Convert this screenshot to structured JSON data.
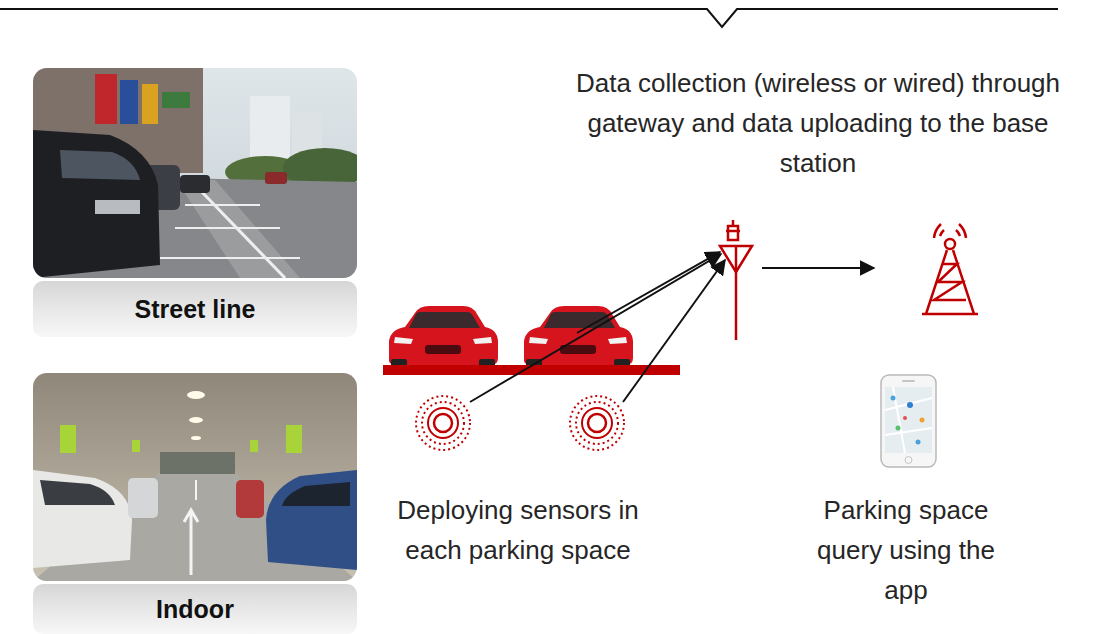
{
  "diagram": {
    "nodes": [
      {
        "text": [
          "Street line"
        ]
      },
      {
        "text": [
          "Indoor"
        ]
      }
    ],
    "labels": [
      "Data collection (wireless or wired) through gateway and data uploading to the base station",
      "Deploying sensors in each parking space",
      "Parking space query using the app"
    ]
  }
}
